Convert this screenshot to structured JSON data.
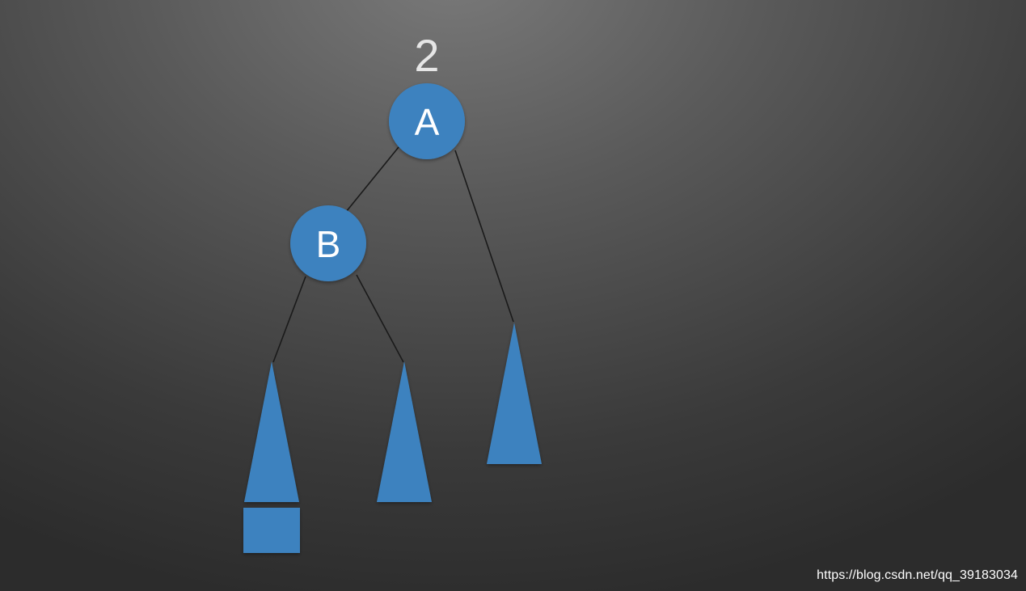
{
  "diagram": {
    "balance_factor": "2",
    "nodes": {
      "a": {
        "label": "A"
      },
      "b": {
        "label": "B"
      }
    },
    "colors": {
      "node_fill": "#3d82bf",
      "edge": "#1a1a1a"
    }
  },
  "watermark": "https://blog.csdn.net/qq_39183034"
}
